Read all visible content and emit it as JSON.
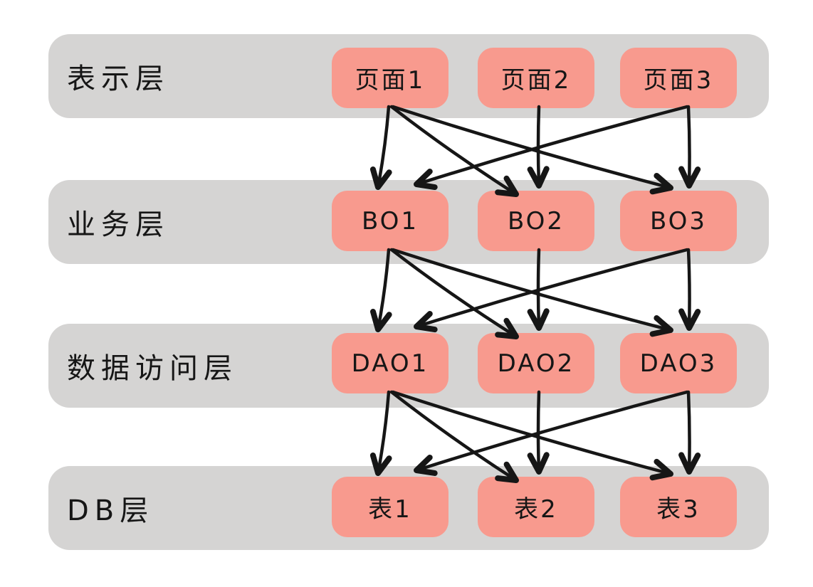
{
  "diagram": {
    "layers": [
      {
        "id": "presentation",
        "label": "表示层",
        "nodes": [
          "页面1",
          "页面2",
          "页面3"
        ]
      },
      {
        "id": "business",
        "label": "业务层",
        "nodes": [
          "BO1",
          "BO2",
          "BO3"
        ]
      },
      {
        "id": "data-access",
        "label": "数据访问层",
        "nodes": [
          "DAO1",
          "DAO2",
          "DAO3"
        ]
      },
      {
        "id": "db",
        "label": "DB层",
        "nodes": [
          "表1",
          "表2",
          "表3"
        ]
      }
    ],
    "connections": [
      {
        "from_layer": 0,
        "to_layer": 1,
        "pairs": [
          [
            0,
            0
          ],
          [
            0,
            1
          ],
          [
            0,
            2
          ],
          [
            1,
            1
          ],
          [
            2,
            0
          ],
          [
            2,
            2
          ]
        ]
      },
      {
        "from_layer": 1,
        "to_layer": 2,
        "pairs": [
          [
            0,
            0
          ],
          [
            0,
            1
          ],
          [
            0,
            2
          ],
          [
            1,
            1
          ],
          [
            2,
            0
          ],
          [
            2,
            2
          ]
        ]
      },
      {
        "from_layer": 2,
        "to_layer": 3,
        "pairs": [
          [
            0,
            0
          ],
          [
            0,
            1
          ],
          [
            0,
            2
          ],
          [
            1,
            1
          ],
          [
            2,
            0
          ],
          [
            2,
            2
          ]
        ]
      }
    ],
    "colors": {
      "background": "#ffffff",
      "band": "#d5d4d3",
      "node": "#f89a8e",
      "ink": "#161616"
    }
  }
}
